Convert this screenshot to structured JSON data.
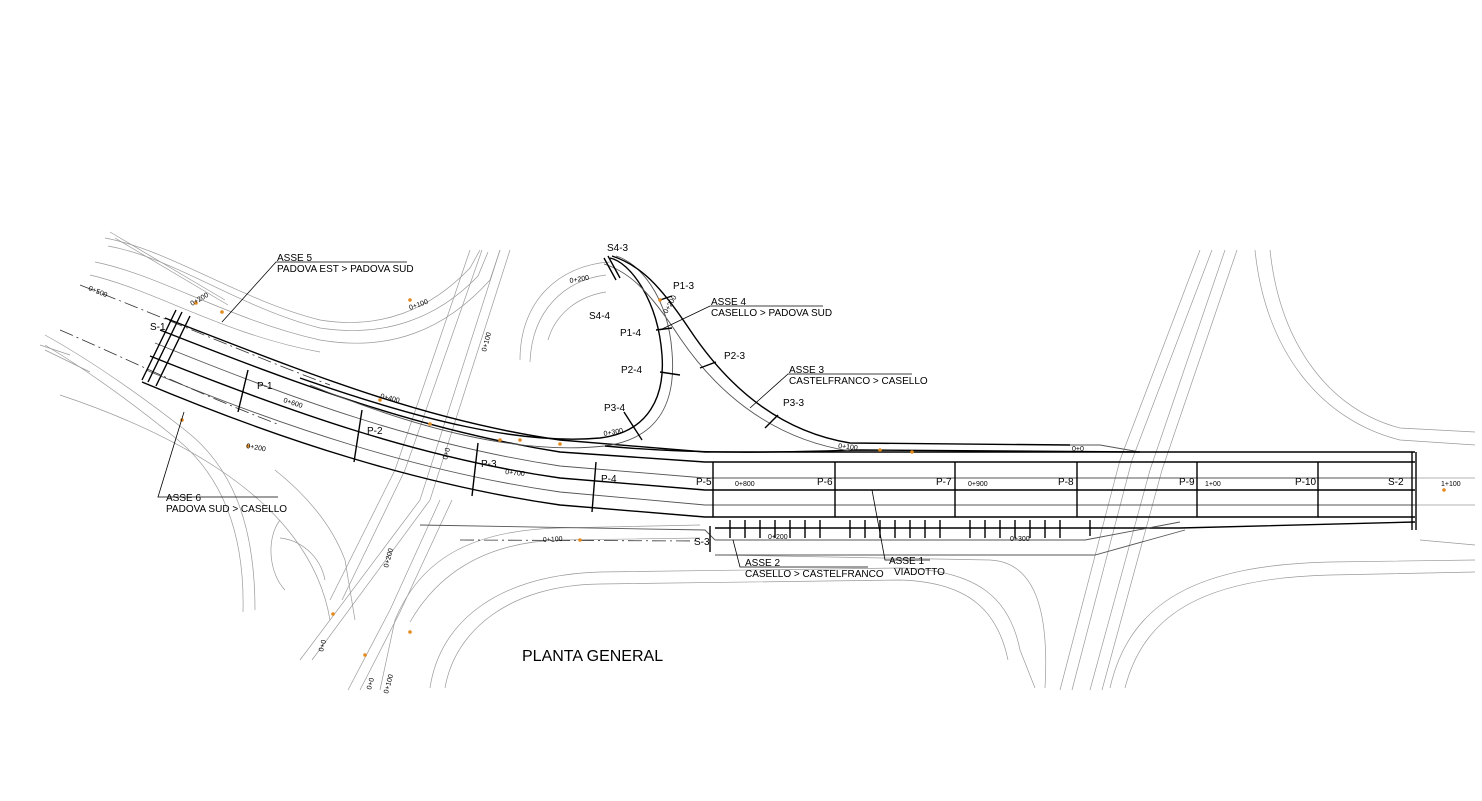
{
  "title": "PLANTA GENERAL",
  "colors": {
    "line": "#000000",
    "road_edge": "#9a9a9a",
    "marker": "#e38b1f"
  },
  "axes": [
    {
      "id": "asse5",
      "name": "ASSE 5",
      "desc": "PADOVA EST > PADOVA SUD"
    },
    {
      "id": "asse4",
      "name": "ASSE 4",
      "desc": "CASELLO > PADOVA SUD"
    },
    {
      "id": "asse3",
      "name": "ASSE 3",
      "desc": "CASTELFRANCO > CASELLO"
    },
    {
      "id": "asse6",
      "name": "ASSE 6",
      "desc": "PADOVA SUD > CASELLO"
    },
    {
      "id": "asse2",
      "name": "ASSE 2",
      "desc": "CASELLO > CASTELFRANCO"
    },
    {
      "id": "asse1",
      "name": "ASSE 1",
      "desc": "VIADOTTO"
    }
  ],
  "supports": [
    "S-1",
    "S4-3",
    "S4-4",
    "P1-3",
    "P1-4",
    "P2-3",
    "P2-4",
    "P3-3",
    "P3-4",
    "P-1",
    "P-2",
    "P-3",
    "P-4",
    "P-5",
    "P-6",
    "P-7",
    "P-8",
    "P-9",
    "P-10",
    "S-2",
    "S-3"
  ],
  "stations": [
    "0+500",
    "0+200",
    "0+100",
    "0+200",
    "0+200",
    "0+400",
    "0+600",
    "0+300",
    "0+700",
    "0+800",
    "0+900",
    "0+100",
    "0+0",
    "1+00",
    "1+100",
    "0+100",
    "0+200",
    "0+300",
    "0+200",
    "0+100",
    "0+0",
    "0+0",
    "0+0",
    "0+200",
    "0+100"
  ]
}
